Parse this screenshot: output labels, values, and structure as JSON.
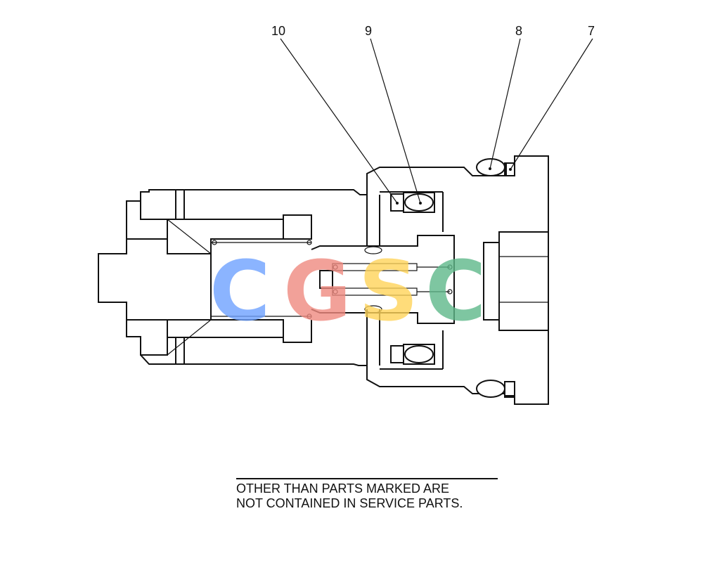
{
  "callouts": [
    {
      "id": "c10",
      "label": "10"
    },
    {
      "id": "c9",
      "label": "9"
    },
    {
      "id": "c8",
      "label": "8"
    },
    {
      "id": "c7",
      "label": "7"
    }
  ],
  "note": {
    "line1": "OTHER THAN PARTS MARKED ARE",
    "line2": "NOT CONTAINED IN SERVICE PARTS."
  },
  "watermark": {
    "letters": [
      "C",
      "G",
      "S",
      "C"
    ],
    "colors": [
      "#6fa2ff",
      "#f08a80",
      "#ffd45a",
      "#5fb98a"
    ]
  }
}
